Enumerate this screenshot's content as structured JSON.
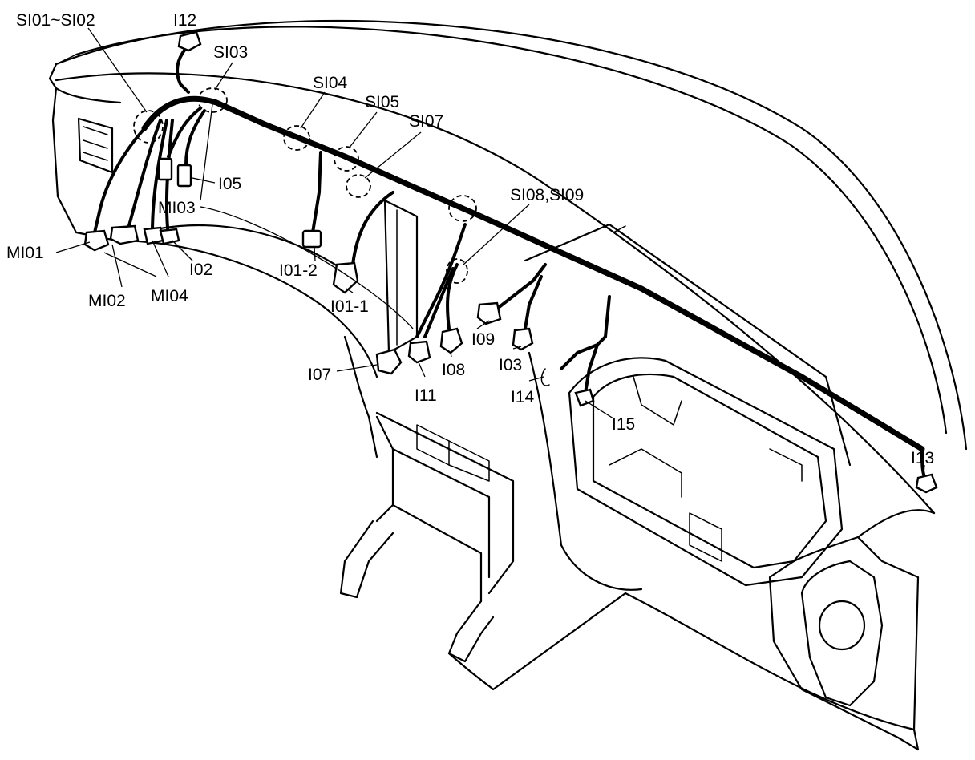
{
  "labels": {
    "si01_si02": "SI01~SI02",
    "i12": "I12",
    "si03": "SI03",
    "si04": "SI04",
    "si05": "SI05",
    "si07": "SI07",
    "i05": "I05",
    "mi03": "MI03",
    "si08_si09": "SI08,SI09",
    "mi01": "MI01",
    "i02": "I02",
    "i01_2": "I01-2",
    "i01_1": "I01-1",
    "mi02": "MI02",
    "mi04": "MI04",
    "i09": "I09",
    "i03": "I03",
    "i07": "I07",
    "i08": "I08",
    "i11": "I11",
    "i14": "I14",
    "i15": "I15",
    "i13": "I13"
  }
}
